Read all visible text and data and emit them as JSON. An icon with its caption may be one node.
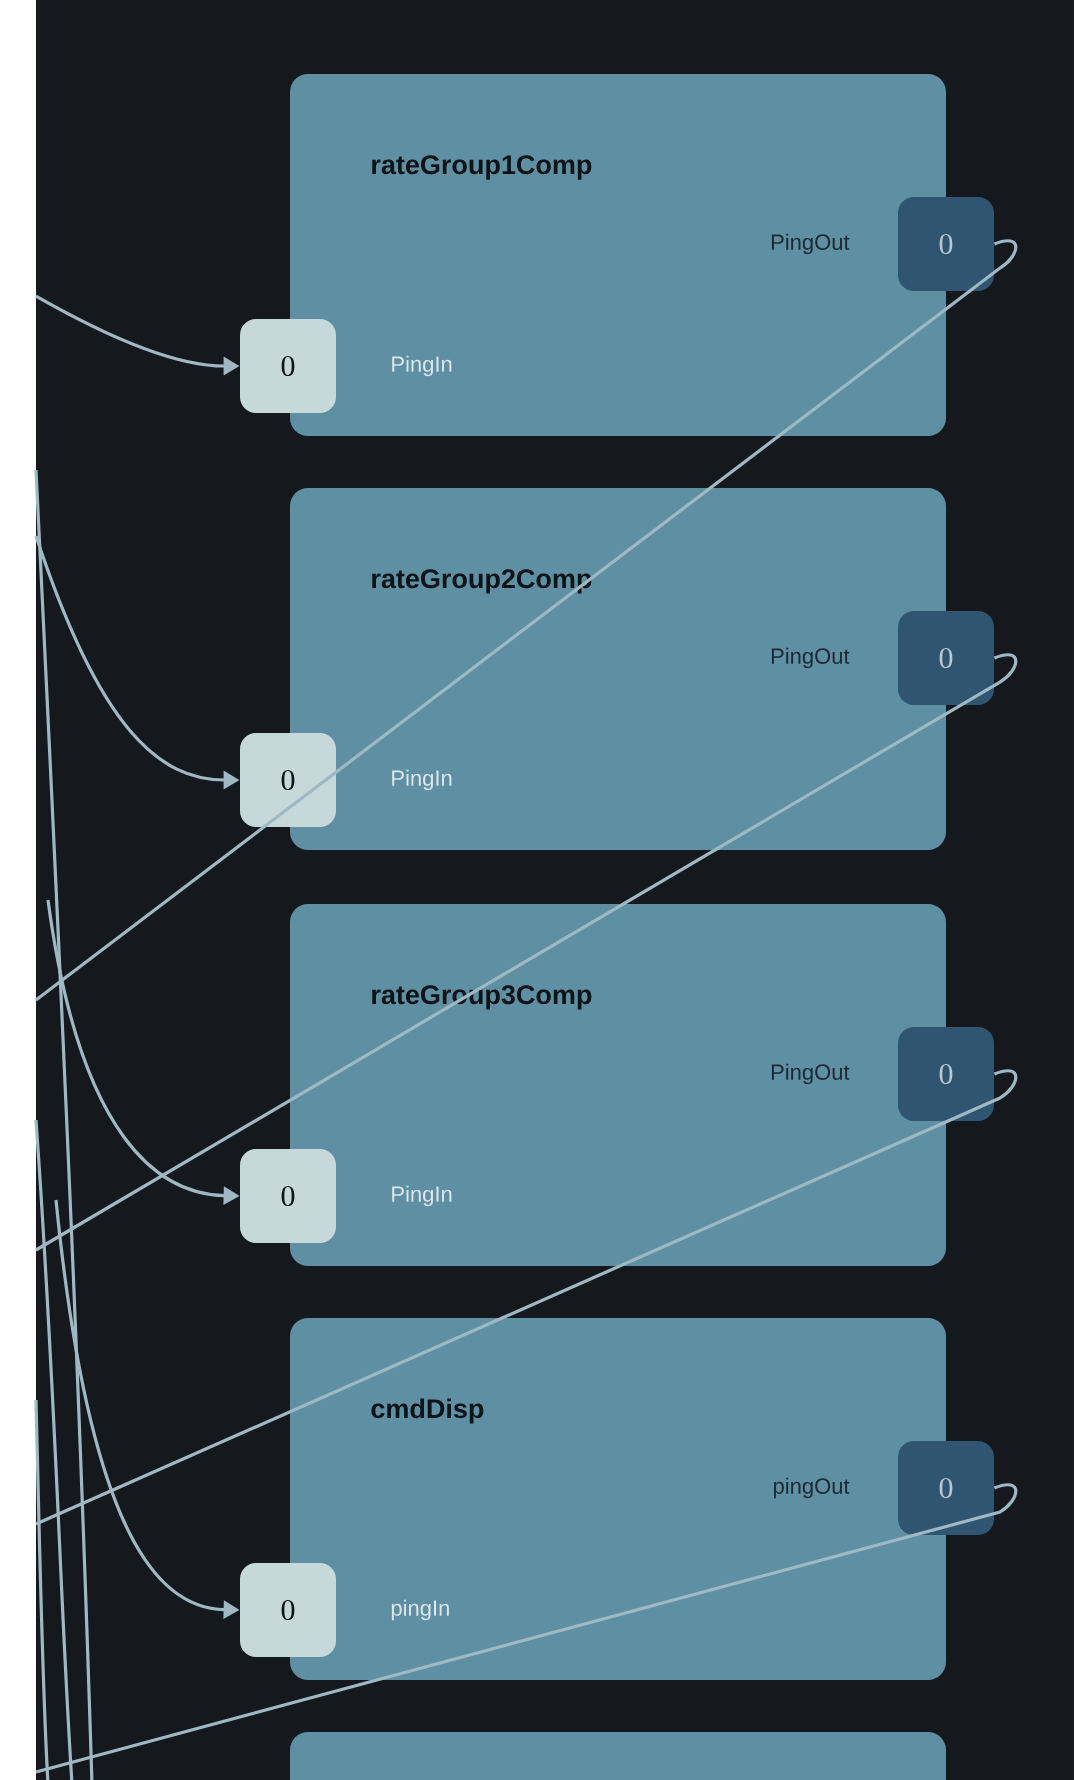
{
  "diagram": {
    "nodes": [
      {
        "text": [
          "rateGroup1Comp"
        ]
      },
      {
        "text": [
          "0"
        ]
      },
      {
        "text": [
          "0"
        ]
      },
      {
        "text": [
          "rateGroup2Comp"
        ]
      },
      {
        "text": [
          "0"
        ]
      },
      {
        "text": [
          "0"
        ]
      },
      {
        "text": [
          "rateGroup3Comp"
        ]
      },
      {
        "text": [
          "0"
        ]
      },
      {
        "text": [
          "0"
        ]
      },
      {
        "text": [
          "cmdDisp"
        ]
      },
      {
        "text": [
          "0"
        ]
      },
      {
        "text": [
          "0"
        ]
      },
      {
        "text": [],
        "shape": "box"
      }
    ],
    "edges": [
      {
        "from": null,
        "to": 2,
        "arrow": "to"
      },
      {
        "from": 1,
        "to": null,
        "arrow": "none"
      },
      {
        "from": null,
        "to": 5,
        "arrow": "to"
      },
      {
        "from": 4,
        "to": null,
        "arrow": "none"
      },
      {
        "from": null,
        "to": 8,
        "arrow": "to"
      },
      {
        "from": 7,
        "to": null,
        "arrow": "none"
      },
      {
        "from": null,
        "to": 11,
        "arrow": "to"
      },
      {
        "from": 10,
        "to": null,
        "arrow": "none"
      }
    ],
    "labels": [
      "PingOut",
      "PingIn",
      "PingOut",
      "PingIn",
      "PingOut",
      "PingIn",
      "pingOut",
      "pingIn"
    ]
  }
}
